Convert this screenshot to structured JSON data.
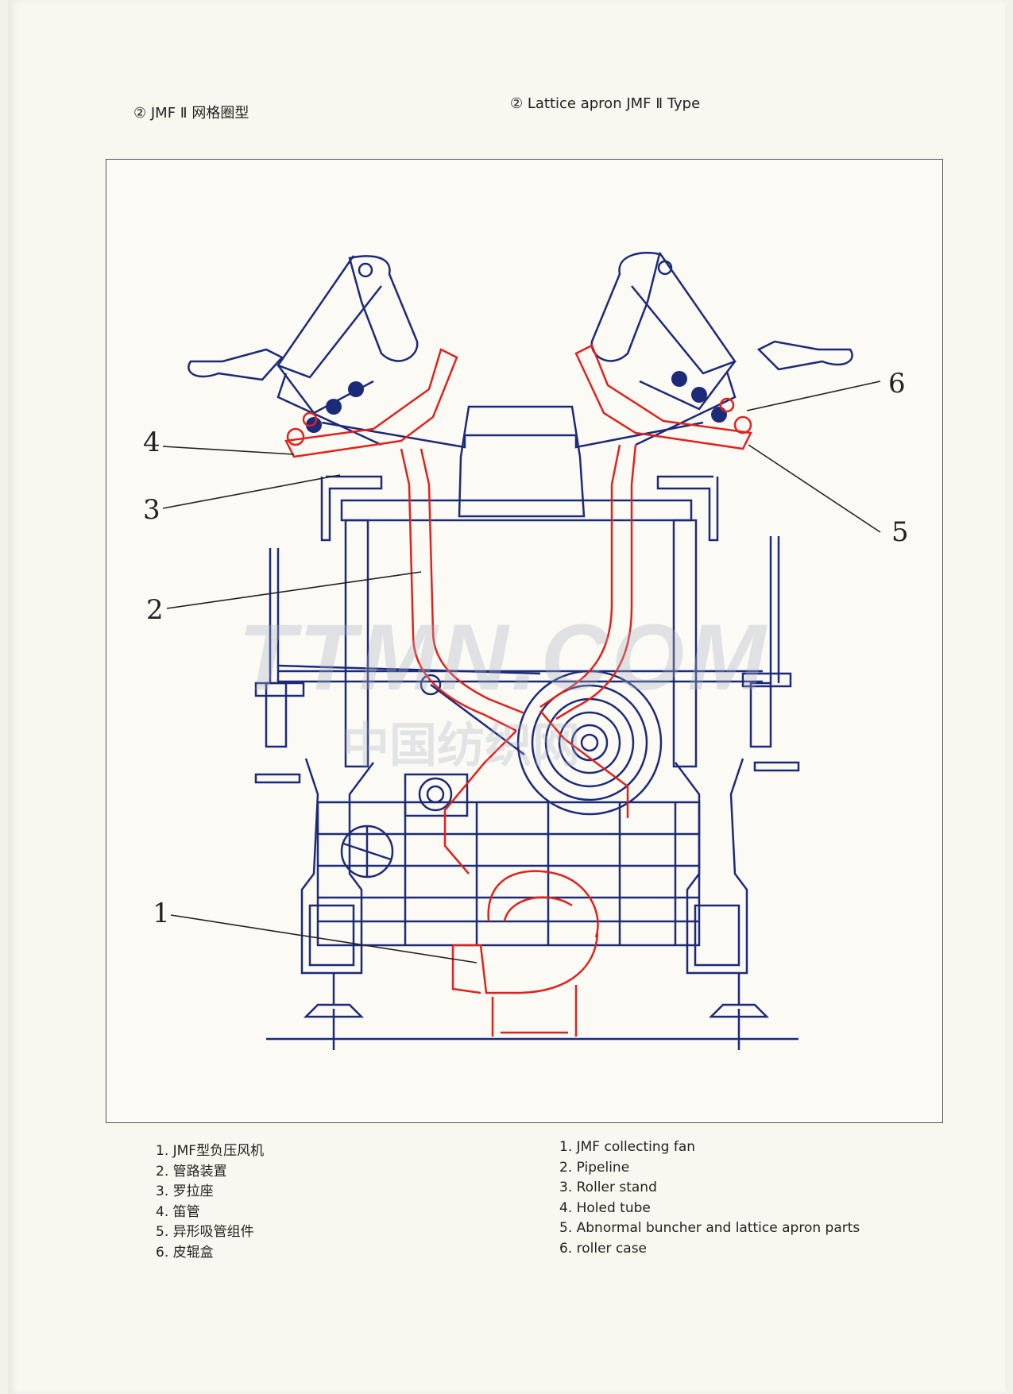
{
  "header": {
    "title_cn": "② JMF Ⅱ 网格圈型",
    "title_en": "② Lattice apron JMF Ⅱ Type"
  },
  "callouts": [
    "1",
    "2",
    "3",
    "4",
    "5",
    "6"
  ],
  "legend_cn": [
    "1. JMF型负压风机",
    "2. 管路装置",
    "3. 罗拉座",
    "4. 笛管",
    "5. 异形吸管组件",
    "6. 皮辊盒"
  ],
  "legend_en": [
    "1. JMF collecting fan",
    "2.  Pipeline",
    "3. Roller stand",
    "4. Holed tube",
    "5. Abnormal buncher and lattice apron parts",
    "6.  roller case"
  ],
  "watermark": {
    "latin": "TTMN.COM",
    "cn": "中国纺织网"
  },
  "colors": {
    "machine": "#1c2a7a",
    "pipeline": "#e0221e",
    "callout_line": "#222222"
  }
}
